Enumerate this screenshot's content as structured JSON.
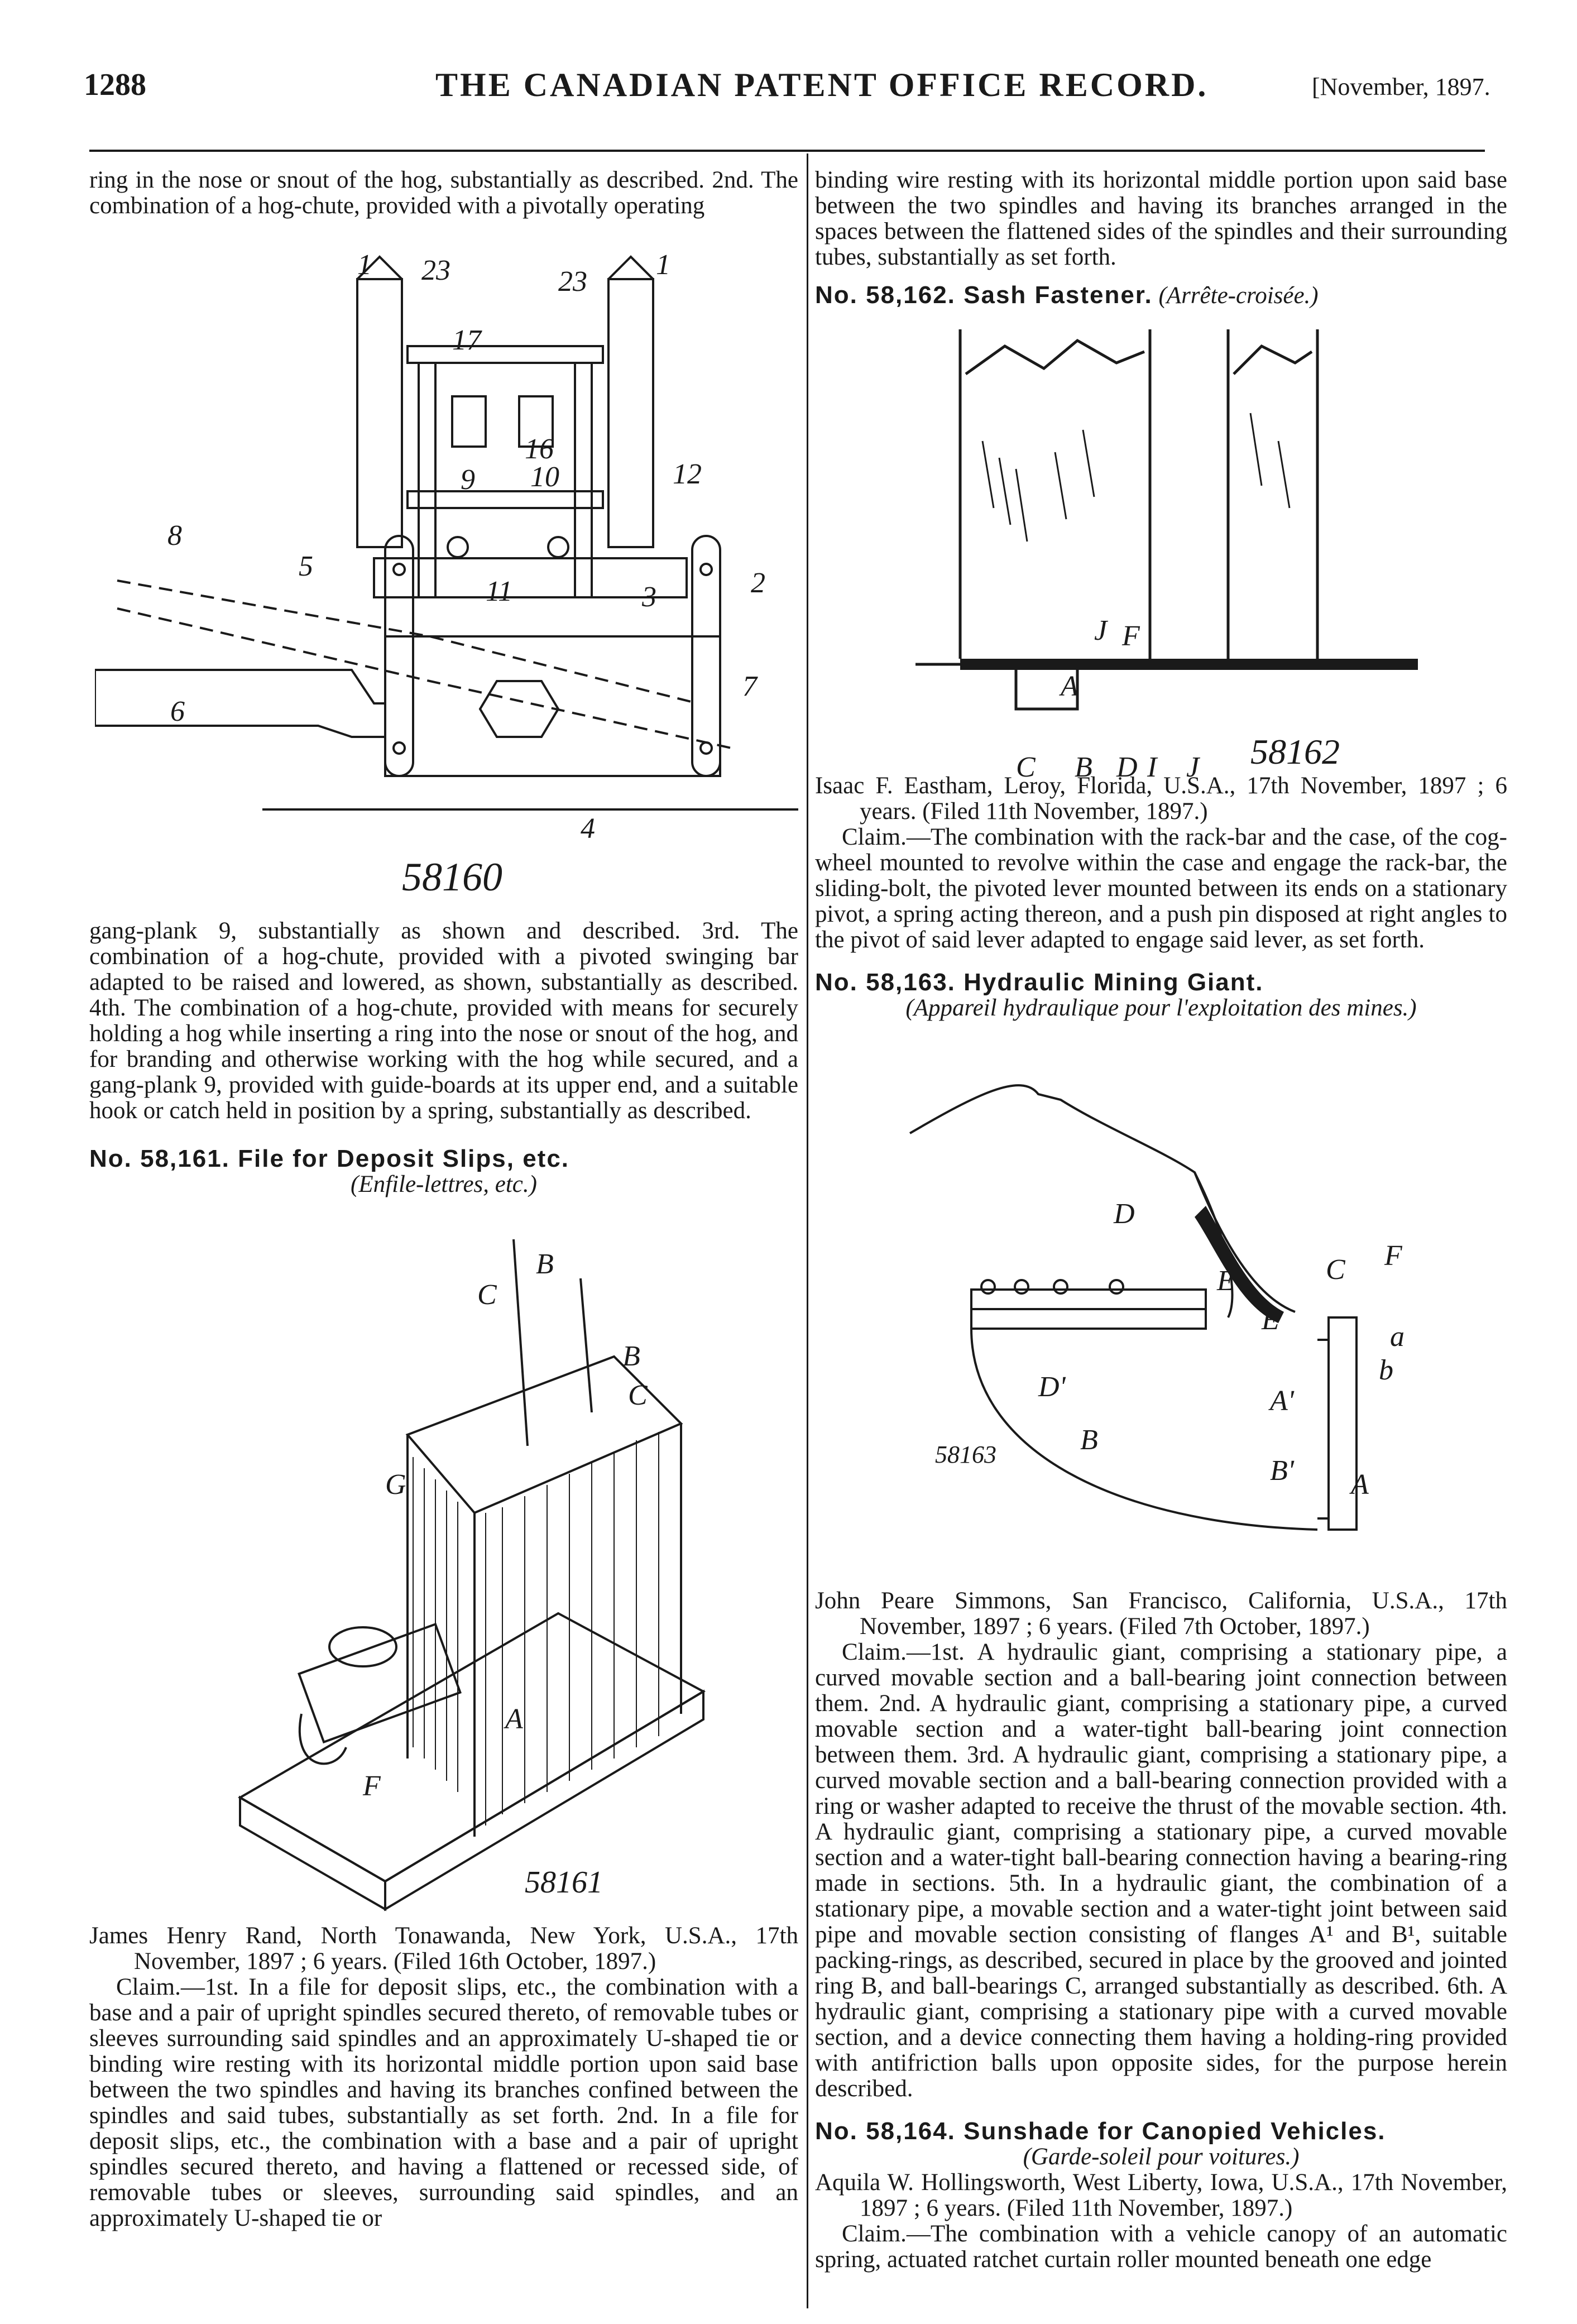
{
  "header": {
    "page_number": "1288",
    "title": "THE CANADIAN PATENT OFFICE RECORD.",
    "date": "[November, 1897."
  },
  "left": {
    "para1": "ring in the nose or snout of the hog, substantially as described. 2nd. The combination of a hog-chute, provided with a pivotally operating",
    "fig1_label": "58160",
    "para2": "gang-plank 9, substantially as shown and described. 3rd. The combination of a hog-chute, provided with a pivoted swinging bar adapted to be raised and lowered, as shown, substantially as described. 4th. The combination of a hog-chute, provided with means for securely holding a hog while inserting a ring into the nose or snout of the hog, and for branding and otherwise working with the hog while secured, and a gang-plank 9, provided with guide-boards at its upper end, and a suitable hook or catch held in position by a spring, substantially as described.",
    "p161_heading": "No. 58,161. File for Deposit Slips, etc.",
    "p161_french": "(Enfile-lettres, etc.)",
    "fig2_label": "58161",
    "p161_inventor": "James Henry Rand, North Tonawanda, New York, U.S.A., 17th November, 1897 ; 6 years. (Filed 16th October, 1897.)",
    "p161_claim": "Claim.—1st. In a file for deposit slips, etc., the combination with a base and a pair of upright spindles secured thereto, of removable tubes or sleeves surrounding said spindles and an approximately U-shaped tie or binding wire resting with its horizontal middle portion upon said base between the two spindles and having its branches confined between the spindles and said tubes, substantially as set forth. 2nd. In a file for deposit slips, etc., the combination with a base and a pair of upright spindles secured thereto, and having a flattened or recessed side, of removable tubes or sleeves, surrounding said spindles, and an approximately U-shaped tie or"
  },
  "right": {
    "para1": "binding wire resting with its horizontal middle portion upon said base between the two spindles and having its branches arranged in the spaces between the flattened sides of the spindles and their surrounding tubes, substantially as set forth.",
    "p162_heading": "No. 58,162. Sash Fastener.",
    "p162_french": "(Arrête-croisée.)",
    "fig3_label": "58162",
    "p162_inventor": "Isaac F. Eastham, Leroy, Florida, U.S.A., 17th November, 1897 ; 6 years. (Filed 11th November, 1897.)",
    "p162_claim": "Claim.—The combination with the rack-bar and the case, of the cog-wheel mounted to revolve within the case and engage the rack-bar, the sliding-bolt, the pivoted lever mounted between its ends on a stationary pivot, a spring acting thereon, and a push pin disposed at right angles to the pivot of said lever adapted to engage said lever, as set forth.",
    "p163_heading": "No. 58,163. Hydraulic Mining Giant.",
    "p163_french": "(Appareil hydraulique pour l'exploitation des mines.)",
    "fig4_label": "58163",
    "p163_inventor": "John Peare Simmons, San Francisco, California, U.S.A., 17th November, 1897 ; 6 years. (Filed 7th October, 1897.)",
    "p163_claim": "Claim.—1st. A hydraulic giant, comprising a stationary pipe, a curved movable section and a ball-bearing joint connection between them. 2nd. A hydraulic giant, comprising a stationary pipe, a curved movable section and a water-tight ball-bearing joint connection between them. 3rd. A hydraulic giant, comprising a stationary pipe, a curved movable section and a ball-bearing connection provided with a ring or washer adapted to receive the thrust of the movable section. 4th. A hydraulic giant, comprising a stationary pipe, a curved movable section and a water-tight ball-bearing connection having a bearing-ring made in sections. 5th. In a hydraulic giant, the combination of a stationary pipe, a movable section and a water-tight joint between said pipe and movable section consisting of flanges A¹ and B¹, suitable packing-rings, as described, secured in place by the grooved and jointed ring B, and ball-bearings C, arranged substantially as described. 6th. A hydraulic giant, comprising a stationary pipe with a curved movable section, and a device connecting them having a holding-ring provided with antifriction balls upon opposite sides, for the purpose herein described.",
    "p164_heading": "No. 58,164. Sunshade for Canopied Vehicles.",
    "p164_french": "(Garde-soleil pour voitures.)",
    "p164_inventor": "Aquila W. Hollingsworth, West Liberty, Iowa, U.S.A., 17th November, 1897 ; 6 years. (Filed 11th November, 1897.)",
    "p164_claim": "Claim.—The combination with a vehicle canopy of an automatic spring, actuated ratchet curtain roller mounted beneath one edge"
  },
  "figures": {
    "fig1_refs": [
      "1",
      "23",
      "23",
      "1",
      "17",
      "16",
      "10",
      "9",
      "12",
      "8",
      "5",
      "11",
      "3",
      "2",
      "6",
      "7",
      "4"
    ],
    "fig2_refs": [
      "C",
      "B",
      "B",
      "C",
      "G",
      "A",
      "F"
    ],
    "fig3_refs": [
      "A",
      "J",
      "F",
      "C",
      "B",
      "D",
      "I",
      "J"
    ],
    "fig4_refs": [
      "D",
      "E",
      "C",
      "F",
      "E",
      "a",
      "b",
      "D'",
      "A'",
      "B",
      "B'",
      "A"
    ]
  }
}
